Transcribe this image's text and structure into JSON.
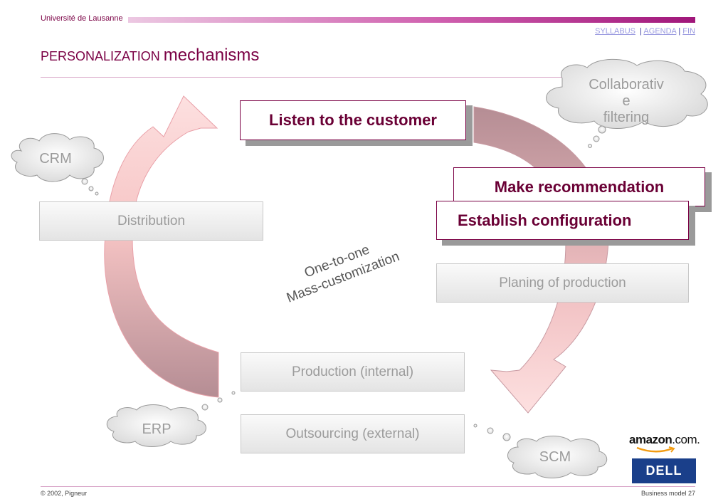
{
  "header": {
    "university": "Université de Lausanne",
    "nav": [
      {
        "label": "SYLLABUS"
      },
      {
        "label": "AGENDA"
      },
      {
        "label": "FIN"
      }
    ],
    "separator": "|"
  },
  "title": {
    "part1": "PERSONALIZATION",
    "part2": "mechanisms"
  },
  "boxes": {
    "listen": "Listen to the customer",
    "recommend": "Make recommendation",
    "configure": "Establish configuration",
    "planning": "Planing of production",
    "production": "Production (internal)",
    "outsourcing": "Outsourcing (external)",
    "distribution": "Distribution"
  },
  "center": {
    "line1": "One-to-one",
    "line2": "Mass-customization"
  },
  "clouds": {
    "crm": "CRM",
    "erp": "ERP",
    "scm": "SCM",
    "collab1": "Collaborativ",
    "collab2": "e",
    "collab3": "filtering"
  },
  "logos": {
    "amazon": "amazon",
    "amazon_suffix": ".com.",
    "dell": "DELL"
  },
  "footer": {
    "copyright": "© 2002, Pigneur",
    "page": "Business model  27"
  },
  "colors": {
    "brand": "#7a0044",
    "arrow": "#f7c7c7",
    "arrow_dark": "#b88890"
  }
}
